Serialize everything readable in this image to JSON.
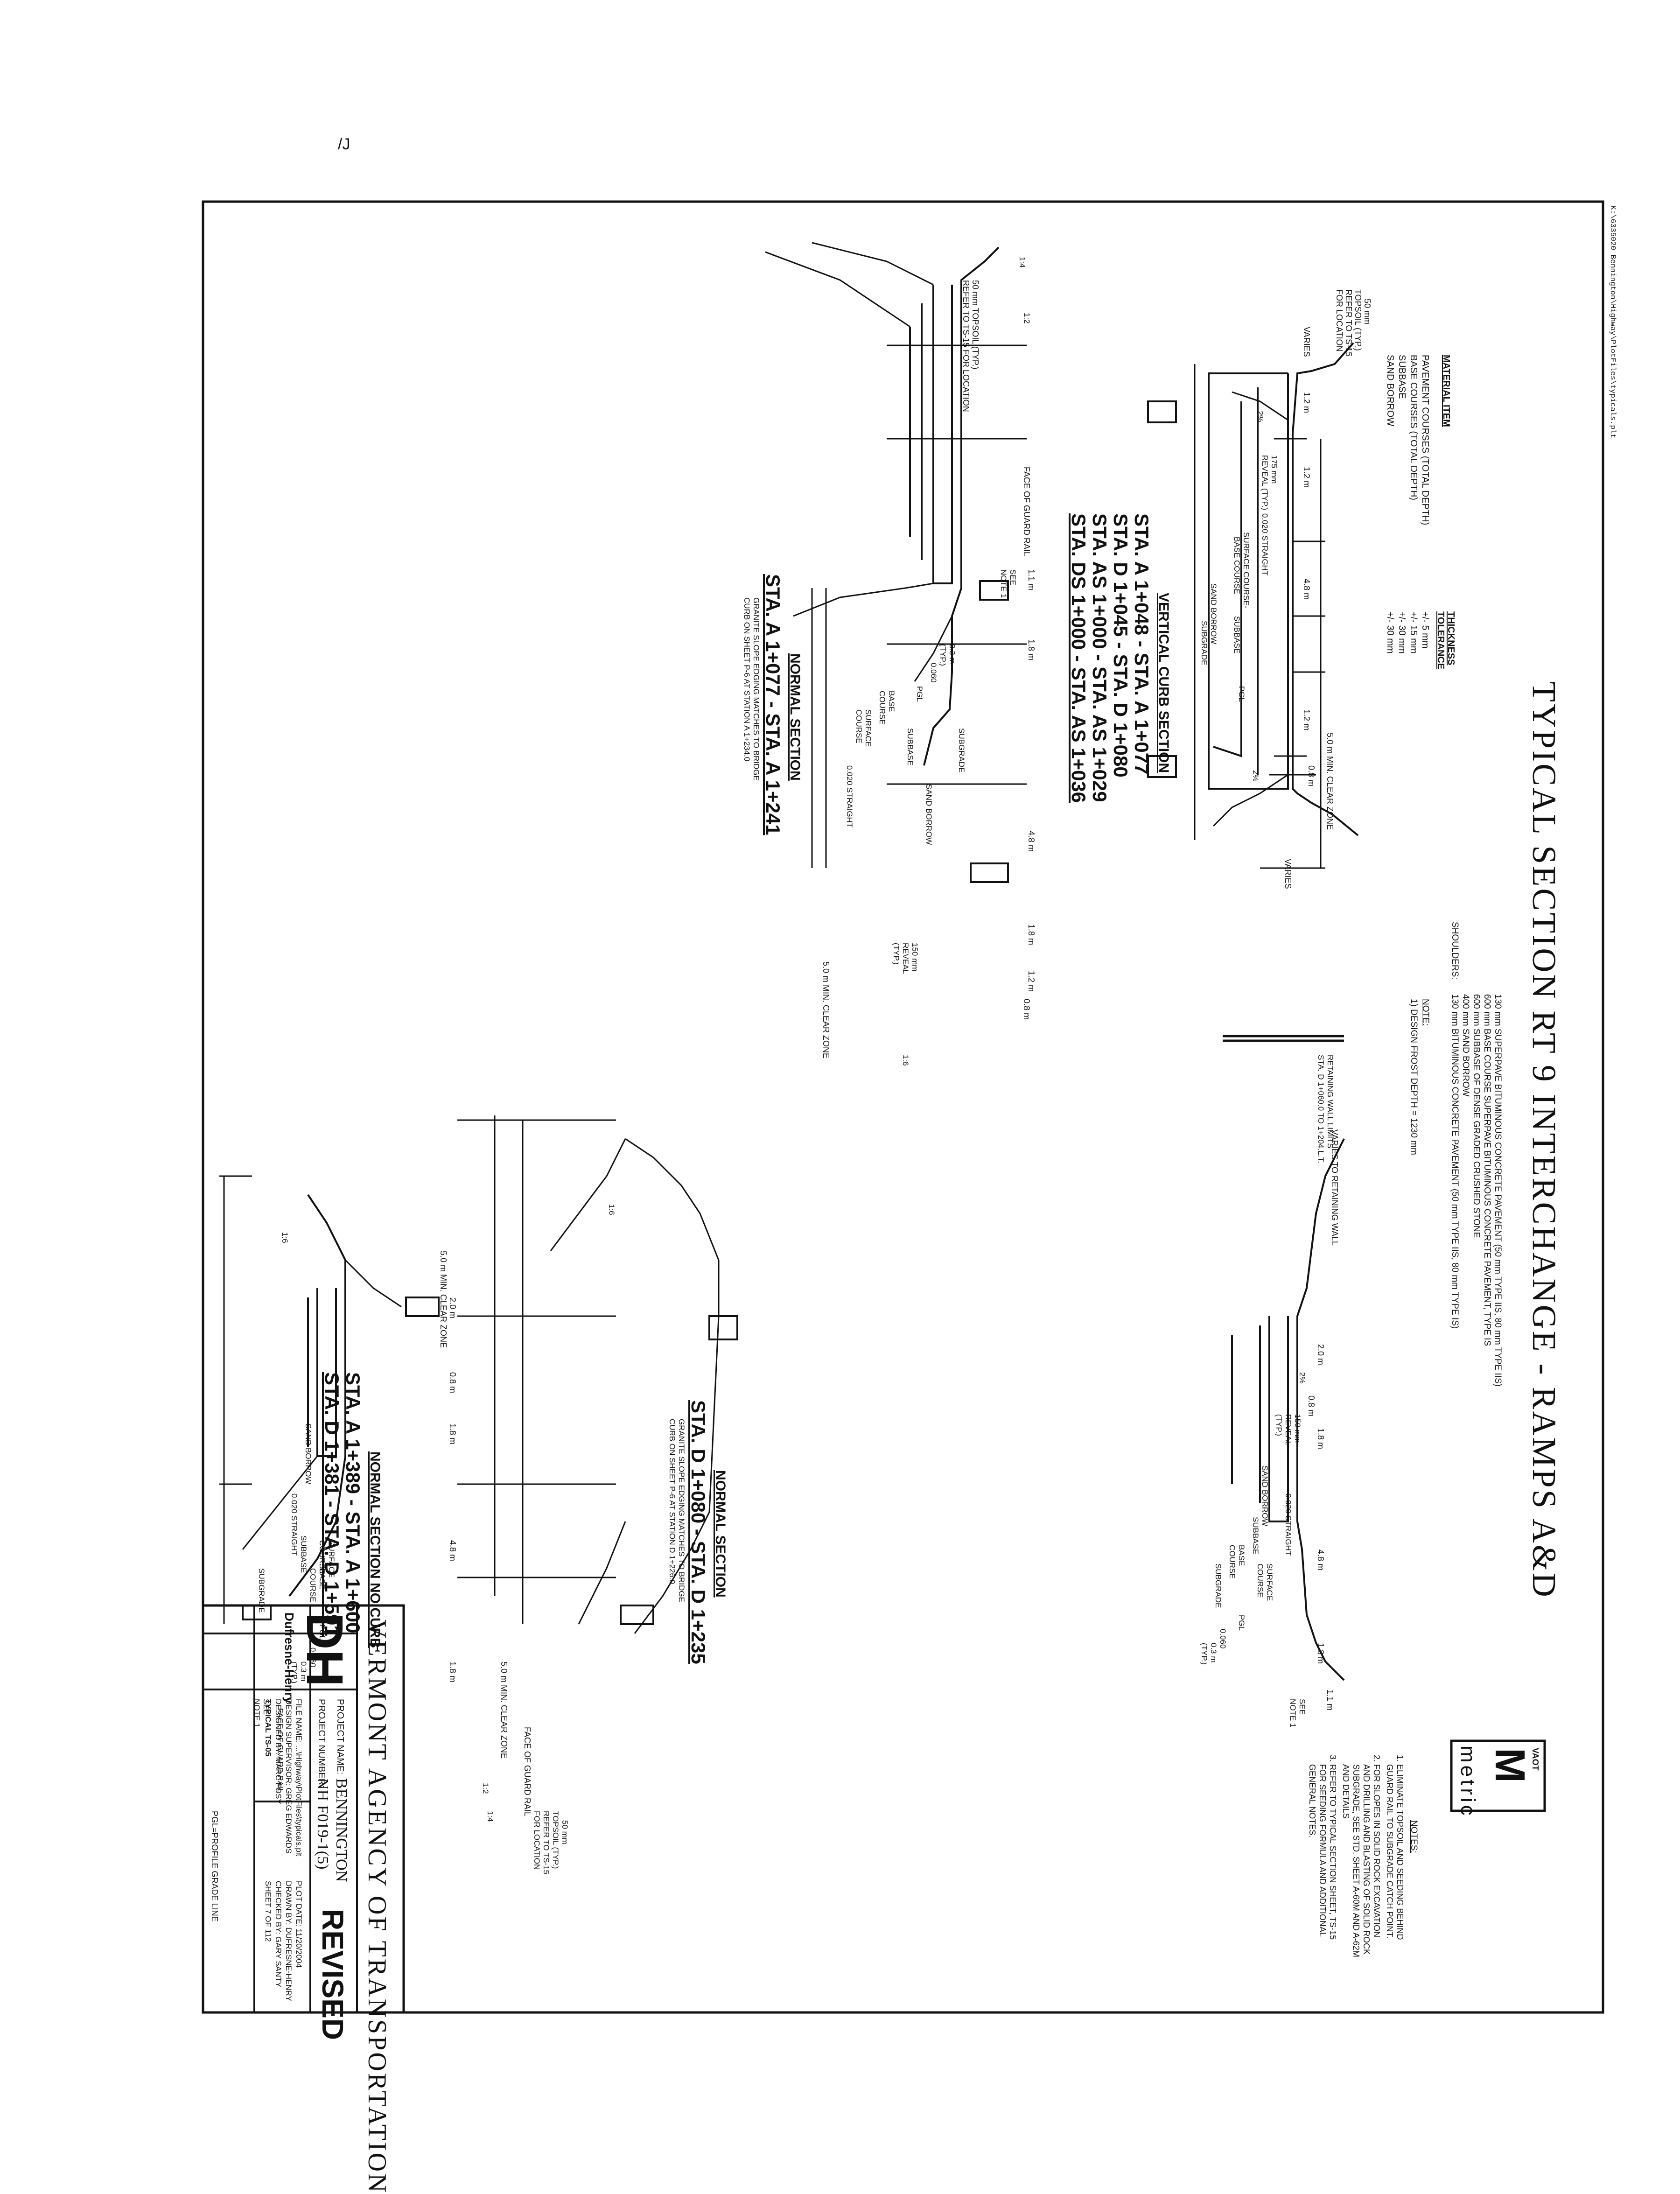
{
  "scribble": "/J",
  "file_path_header": "K:\\6335020 Bennington\\Highway\\PlotFiles\\typicals.plt",
  "title": "TYPICAL SECTION RT 9 INTERCHANGE - RAMPS A&D",
  "material_table": {
    "heading_item": "MATERIAL ITEM",
    "heading_tol": "THICKNESS TOLERANCE",
    "rows": [
      {
        "item": "PAVEMENT COURSES (TOTAL DEPTH)",
        "tol": "+/- 5 mm"
      },
      {
        "item": "BASE COURSES (TOTAL DEPTH)",
        "tol": "+/- 15 mm"
      },
      {
        "item": "SUBBASE",
        "tol": "+/- 30 mm"
      },
      {
        "item": "SAND BORROW",
        "tol": "+/- 30 mm"
      }
    ]
  },
  "pavement_spec": [
    "130 mm SUPERPAVE BITUMINOUS CONCRETE PAVEMENT (50 mm TYPE IIS, 80 mm TYPE IIS)",
    "600 mm BASE COURSE SUPERPAVE BITUMINOUS CONCRETE PAVEMENT, TYPE IS",
    "600 mm SUBBASE OF DENSE GRADED CRUSHED STONE",
    "400 mm SAND BORROW",
    "130 mm BITUMINOUS CONCRETE PAVEMENT (50 mm TYPE IIS, 80 mm TYPE IS)"
  ],
  "shoulders_label": "SHOULDERS:",
  "note_heading": "NOTE:",
  "note_text": "1) DESIGN FROST DEPTH = 1230 mm",
  "notes_heading": "NOTES:",
  "notes": [
    "1. ELIMINATE TOPSOIL AND SEEDING BEHIND",
    "GUARD RAIL TO SUBGRADE CATCH POINT.",
    "2. FOR SLOPES IN SOLID ROCK EXCAVATION",
    "AND DRILLING AND BLASTING OF SOLID ROCK",
    "SUBGRADE, SEE STD. SHEET A-60M AND A-62M",
    "AND DETAILS",
    "3. REFER TO TYPICAL SECTION SHEET, TS-15",
    "FOR SEEDING FORMULA AND ADDITIONAL",
    "GENERAL NOTES."
  ],
  "logo": {
    "vaot": "VAOT",
    "metric": "metric"
  },
  "sections": {
    "vertical_curb": {
      "title": "VERTICAL CURB SECTION",
      "lines": [
        "STA. A 1+048 - STA. A 1+077",
        "STA. D 1+045 - STA. D 1+080",
        "STA. AS 1+000 - STA. AS 1+029",
        "STA. DS 1+000 - STA. AS 1+036"
      ]
    },
    "normal_a": {
      "title": "NORMAL SECTION",
      "line": "STA. A 1+077 - STA. A 1+241",
      "note1": "GRANITE SLOPE EDGING MATCHES TO BRIDGE",
      "note2": "CURB ON SHEET P-6 AT STATION A 1+234.0"
    },
    "normal_d": {
      "title": "NORMAL SECTION",
      "line": "STA. D 1+080 - STA. D 1+235",
      "note1": "GRANITE SLOPE EDGING MATCHES TO BRIDGE",
      "note2": "CURB ON SHEET P-6 AT STATION D 1+226.0"
    },
    "no_curb": {
      "title": "NORMAL SECTION NO CURB",
      "lines": [
        "STA. A 1+389 - STA. A 1+600",
        "STA. D 1+381 - STA. D 1+591"
      ]
    }
  },
  "labels": {
    "varies": "VARIES",
    "topsoil": [
      "50 mm",
      "TOPSOIL (TYP.)",
      "REFER TO TS-15",
      "FOR LOCATION"
    ],
    "topsoil_oneline": "50 mm TOPSOIL (TYP.)",
    "refer": "REFER TO TS-15 FOR LOCATION",
    "d12": "1.2 m",
    "d08": "0.8 m",
    "d18": "1.8 m",
    "d48": "4.8 m",
    "d20": "2.0 m",
    "d11": "1.1 m",
    "d03": "0.3 m",
    "typ": "(TYP.)",
    "reveal": [
      "150 mm",
      "REVEAL",
      "(TYP.)"
    ],
    "reveal_alt": [
      "175 mm",
      "REVEAL (TYP.)"
    ],
    "straight": "0.020 STRAIGHT",
    "slope060": "0.060",
    "surface": [
      "SURFACE",
      "COURSE"
    ],
    "surface_base": [
      "SURFACE COURSE-",
      "BASE COURSE"
    ],
    "base": [
      "BASE",
      "COURSE"
    ],
    "subbase": "SUBBASE",
    "sand": "SAND BORROW",
    "subgrade": "SUBGRADE",
    "pgl": "PGL",
    "pct2": "2%",
    "clear_zone": "5.0 m MIN. CLEAR ZONE",
    "face_rail": "FACE OF GUARD RAIL",
    "see_note": [
      "SEE",
      "NOTE 1"
    ],
    "varies_wall": "VARIES TO RETAINING WALL",
    "wall_limits": [
      "RETAINING WALL LIMITS",
      "STA. D 1+060.0 TO 1+204.L.T."
    ],
    "slope14": "1:4",
    "slope12": "1:2",
    "slope16": "1:6",
    "cl": "℄"
  },
  "pgl_note": "PGL=PROFILE GRADE LINE",
  "title_block": {
    "agency": "VERMONT AGENCY OF TRANSPORTATION",
    "firm": "Dufresne-Henry",
    "firm_logo": "DH",
    "revised": "REVISED",
    "project_name_label": "PROJECT NAME:",
    "project_name": "BENNINGTON",
    "project_number_label": "PROJECT NUMBER:",
    "project_number": "NH F019-1(5)",
    "file_name": "FILE NAME: ...\\Highway\\PlotFiles\\typicals.plt",
    "plot_date": "PLOT DATE: 11/20/2004",
    "design_supervisor": "DESIGN SUPERVISOR: GREG EDWARDS",
    "drawn_by": "DRAWN BY: DUFRESNE-HENRY",
    "designed_by": "DESIGNED BY: MARC FOSY",
    "checked_by": "CHECKED BY: GARY SANTY",
    "sheet_id": "TYPICAL TS-05",
    "sheet_no": "SHEET 7 OF 112"
  }
}
